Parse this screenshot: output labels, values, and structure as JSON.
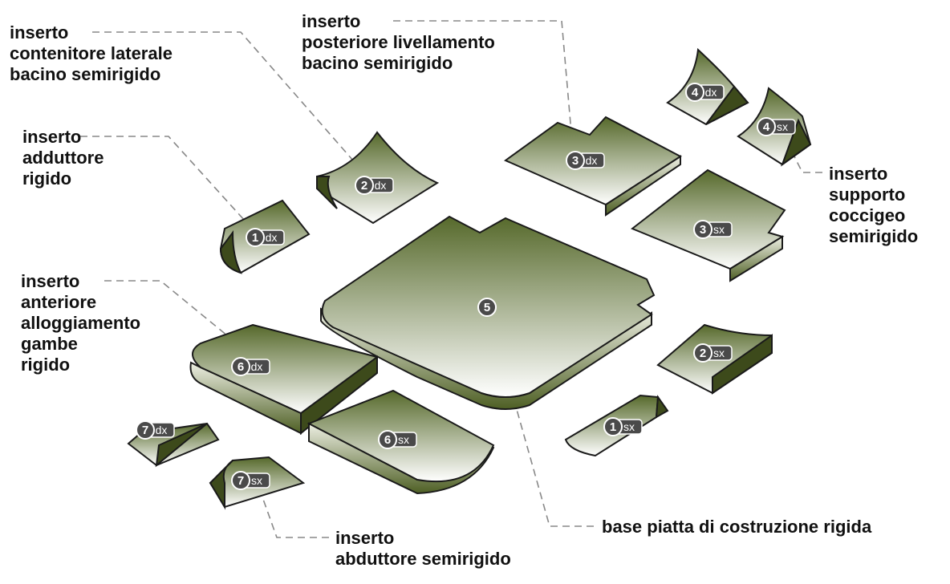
{
  "theme": {
    "piece_top_dark": "#56692b",
    "piece_top_light": "#ffffff",
    "piece_side": "#3d4a1b",
    "outline": "#1a1a1a",
    "leader": "#888888",
    "tag_bg": "#4a4a4a"
  },
  "callouts": {
    "contenitore": [
      "inserto",
      "contenitore laterale",
      "bacino semirigido"
    ],
    "posteriore": [
      "inserto",
      "posteriore livellamento",
      "bacino semirigido"
    ],
    "adduttore": [
      "inserto",
      "adduttore",
      "rigido"
    ],
    "coccigeo": [
      "inserto",
      "supporto",
      "coccigeo",
      "semirigido"
    ],
    "anteriore": [
      "inserto",
      "anteriore",
      "alloggiamento",
      "gambe",
      "rigido"
    ],
    "base": [
      "base piatta di costruzione rigida"
    ],
    "abduttore": [
      "inserto",
      "abduttore semirigido"
    ]
  },
  "pieces": [
    {
      "id": "1dx",
      "number": "1",
      "side": "dx"
    },
    {
      "id": "1sx",
      "number": "1",
      "side": "sx"
    },
    {
      "id": "2dx",
      "number": "2",
      "side": "dx"
    },
    {
      "id": "2sx",
      "number": "2",
      "side": "sx"
    },
    {
      "id": "3dx",
      "number": "3",
      "side": "dx"
    },
    {
      "id": "3sx",
      "number": "3",
      "side": "sx"
    },
    {
      "id": "4dx",
      "number": "4",
      "side": "dx"
    },
    {
      "id": "4sx",
      "number": "4",
      "side": "sx"
    },
    {
      "id": "5",
      "number": "5",
      "side": ""
    },
    {
      "id": "6dx",
      "number": "6",
      "side": "dx"
    },
    {
      "id": "6sx",
      "number": "6",
      "side": "sx"
    },
    {
      "id": "7dx",
      "number": "7",
      "side": "dx"
    },
    {
      "id": "7sx",
      "number": "7",
      "side": "sx"
    }
  ]
}
